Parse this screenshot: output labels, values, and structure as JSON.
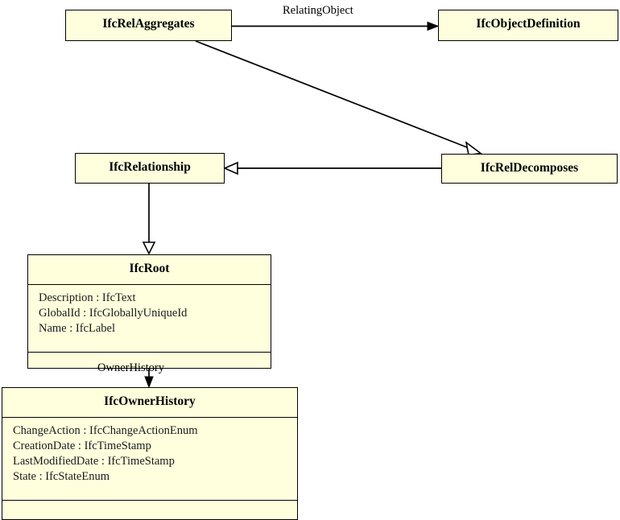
{
  "diagram": {
    "title": "IFC UML class diagram",
    "background_color": "#ffffff",
    "class_fill_color": "#ffffdd",
    "class_border_color": "#000000",
    "line_color": "#000000"
  },
  "classes": [
    {
      "id": "IfcRelAggregates",
      "name": "IfcRelAggregates",
      "attributes": [],
      "has_compartments": false
    },
    {
      "id": "IfcObjectDefinition",
      "name": "IfcObjectDefinition",
      "attributes": [],
      "has_compartments": false
    },
    {
      "id": "IfcRelationship",
      "name": "IfcRelationship",
      "attributes": [],
      "has_compartments": false
    },
    {
      "id": "IfcRelDecomposes",
      "name": "IfcRelDecomposes",
      "attributes": [],
      "has_compartments": false
    },
    {
      "id": "IfcRoot",
      "name": "IfcRoot",
      "attributes": [
        "Description : IfcText",
        "GlobalId : IfcGloballyUniqueId",
        "Name : IfcLabel"
      ],
      "has_compartments": true
    },
    {
      "id": "IfcOwnerHistory",
      "name": "IfcOwnerHistory",
      "attributes": [
        "ChangeAction : IfcChangeActionEnum",
        "CreationDate : IfcTimeStamp",
        "LastModifiedDate : IfcTimeStamp",
        "State : IfcStateEnum"
      ],
      "has_compartments": true
    }
  ],
  "edges": [
    {
      "id": "rel-aggregates-to-object-definition",
      "label": "RelatingObject",
      "from": "IfcRelAggregates",
      "to": "IfcObjectDefinition",
      "type": "association"
    },
    {
      "id": "rel-aggregates-to-rel-decomposes",
      "label": "",
      "from": "IfcRelAggregates",
      "to": "IfcRelDecomposes",
      "type": "generalization"
    },
    {
      "id": "rel-decomposes-to-relationship",
      "label": "",
      "from": "IfcRelDecomposes",
      "to": "IfcRelationship",
      "type": "generalization"
    },
    {
      "id": "relationship-to-root",
      "label": "",
      "from": "IfcRelationship",
      "to": "IfcRoot",
      "type": "generalization"
    },
    {
      "id": "root-to-owner-history",
      "label": "OwnerHistory",
      "from": "IfcRoot",
      "to": "IfcOwnerHistory",
      "type": "association"
    }
  ]
}
